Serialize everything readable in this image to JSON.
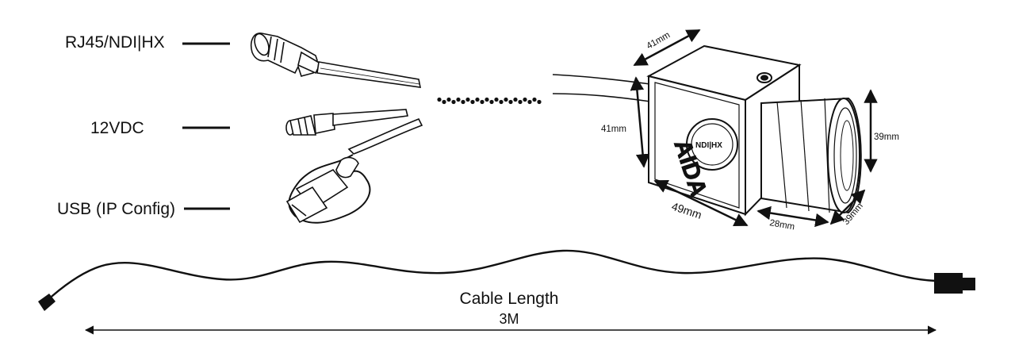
{
  "connectors": {
    "rj45_label": "RJ45/NDI|HX",
    "power_label": "12VDC",
    "usb_label": "USB (IP Config)"
  },
  "camera": {
    "brand": "AIDA",
    "badge": "NDI|HX",
    "dims": {
      "top_width": "41mm",
      "front_height": "41mm",
      "body_length": "49mm",
      "lens_length": "28mm",
      "lens_height": "39mm",
      "lens_width": "39mm"
    }
  },
  "cable": {
    "title": "Cable Length",
    "length": "3M"
  }
}
